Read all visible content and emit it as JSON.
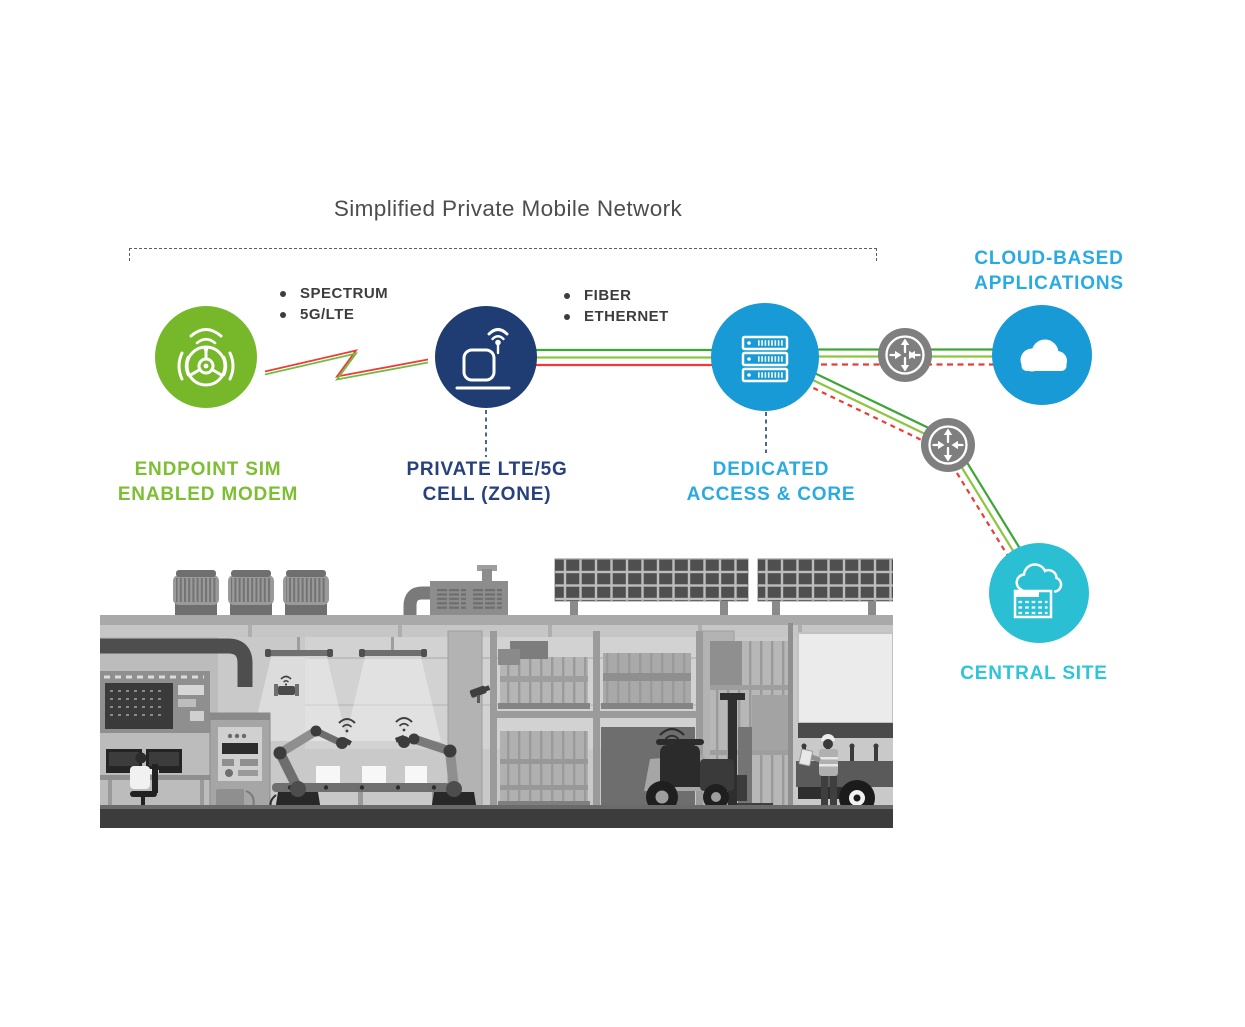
{
  "title": "Simplified Private Mobile Network",
  "annotations": {
    "radio_link": {
      "items": [
        "SPECTRUM",
        "5G/LTE"
      ]
    },
    "wired_link": {
      "items": [
        "FIBER",
        "ETHERNET"
      ]
    }
  },
  "nodes": {
    "modem": {
      "label_line1": "ENDPOINT SIM",
      "label_line2": "ENABLED MODEM",
      "color": "#76B82A",
      "icon": "wireless-modem-icon"
    },
    "cell": {
      "label_line1": "PRIVATE LTE/5G",
      "label_line2": "CELL (ZONE)",
      "color": "#1F3C73",
      "icon": "small-cell-icon"
    },
    "core": {
      "label_line1": "DEDICATED",
      "label_line2": "ACCESS & CORE",
      "color": "#189AD6",
      "icon": "server-stack-icon"
    },
    "cloud": {
      "label_line1": "CLOUD-BASED",
      "label_line2": "APPLICATIONS",
      "color": "#189AD6",
      "icon": "cloud-icon"
    },
    "central": {
      "label_line1": "CENTRAL SITE",
      "label_line2": "",
      "color": "#2BBFD4",
      "icon": "central-site-building-icon"
    }
  },
  "routers": {
    "color": "#7F7F7F",
    "icon": "router-icon"
  },
  "connections": {
    "line_colors": {
      "dark_green": "#3DA637",
      "light_green": "#8CC63E",
      "red": "#EF3B33"
    }
  },
  "factory": {
    "description": "grayscale smart factory illustration"
  }
}
